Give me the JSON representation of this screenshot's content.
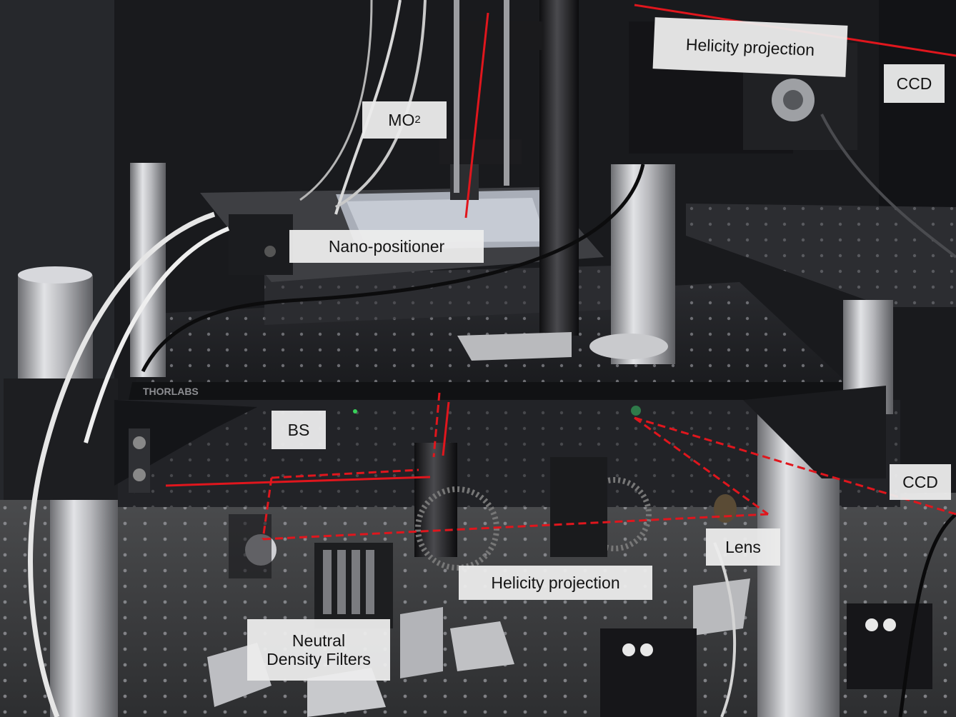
{
  "labels": {
    "helicity_top": "Helicity projection",
    "ccd_top": "CCD",
    "mo2_main": "MO",
    "mo2_sub": "2",
    "nano": "Nano-positioner",
    "bs": "BS",
    "ccd_right": "CCD",
    "lens": "Lens",
    "helicity_bottom": "Helicity projection",
    "ndf_line1": "Neutral",
    "ndf_line2": "Density Filters"
  },
  "brand": {
    "table_logo": "THORLABS"
  },
  "colors": {
    "beam": "#e0161d",
    "background_dark": "#1b1c1f",
    "label_bg": "#ececec"
  }
}
